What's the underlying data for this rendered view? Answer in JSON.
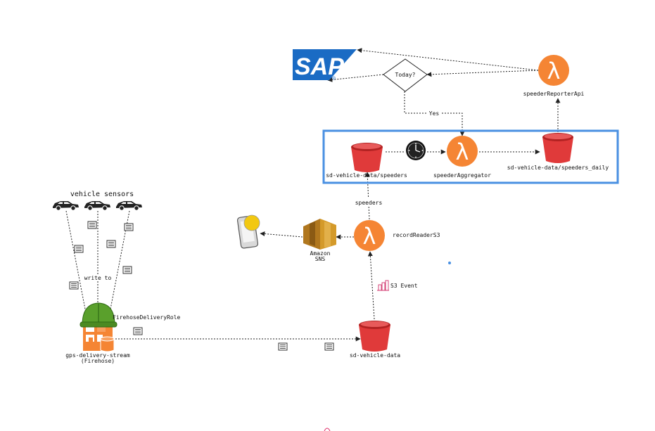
{
  "colors": {
    "lambda": "#F58534",
    "bucket": "#E03A3A",
    "bucket_top": "#B22222",
    "sap_blue": "#1A6BC4",
    "group_border": "#4A90E2",
    "helmet": "#5AA02C",
    "sns": "#D49A2A",
    "phone_dot": "#F2C811"
  },
  "sap": {
    "logo_text": "SAP",
    "mark": "®"
  },
  "decision": {
    "label": "Today?",
    "yes_label": "Yes"
  },
  "lambdas": {
    "reporter": "speederReporterApi",
    "aggregator": "speederAggregator",
    "reader": "recordReaderS3"
  },
  "buckets": {
    "speeders": "sd-vehicle-data/speeders",
    "daily": "sd-vehicle-data/speeders_daily",
    "main": "sd-vehicle-data"
  },
  "sns": {
    "line1": "Amazon",
    "line2": "SNS"
  },
  "edges": {
    "speeders": "speeders",
    "s3_event": "S3 Event",
    "write_to": "write to"
  },
  "sensors": {
    "title": "vehicle sensors"
  },
  "firehose": {
    "role": "FirehoseDeliveryRole",
    "name": "gps-delivery-stream",
    "type": "(Firehose)"
  }
}
